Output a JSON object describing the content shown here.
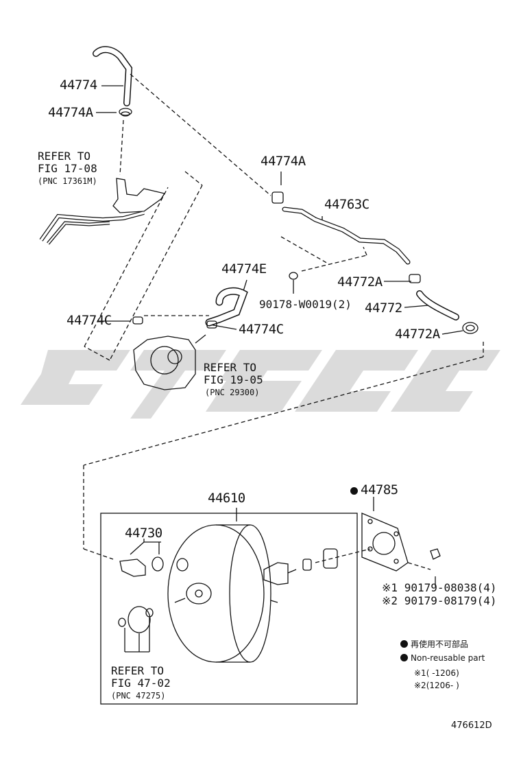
{
  "parts": {
    "p44774": "44774",
    "p44774a_top": "44774A",
    "p44774a_mid": "44774A",
    "p44763c": "44763C",
    "p44772a_1": "44772A",
    "p44772": "44772",
    "p44772a_2": "44772A",
    "p90178": "90178-W0019(2)",
    "p44774e": "44774E",
    "p44774c_left": "44774C",
    "p44774c_right": "44774C",
    "p44610": "44610",
    "p44730": "44730",
    "p44785": "44785",
    "p90179_1": "90179-08038(4)",
    "p90179_2": "90179-08179(4)"
  },
  "refs": {
    "r1_line1": "REFER TO",
    "r1_line2": "FIG 17-08",
    "r1_line3": "(PNC 17361M)",
    "r2_line1": "REFER TO",
    "r2_line2": "FIG 19-05",
    "r2_line3": "(PNC 29300)",
    "r3_line1": "REFER TO",
    "r3_line2": "FIG 47-02",
    "r3_line3": "(PNC 47275)"
  },
  "marks": {
    "note1": "※1",
    "note2": "※2"
  },
  "legend": {
    "jp": "再使用不可部品",
    "en": "Non-reusable part",
    "n1_mark": "※1",
    "n1_range": "(      -1206)",
    "n2_mark": "※2",
    "n2_range": "(1206-      )"
  },
  "diagram_id": "476612D",
  "colors": {
    "ink": "#111111",
    "watermark": "#9a9a9a"
  }
}
